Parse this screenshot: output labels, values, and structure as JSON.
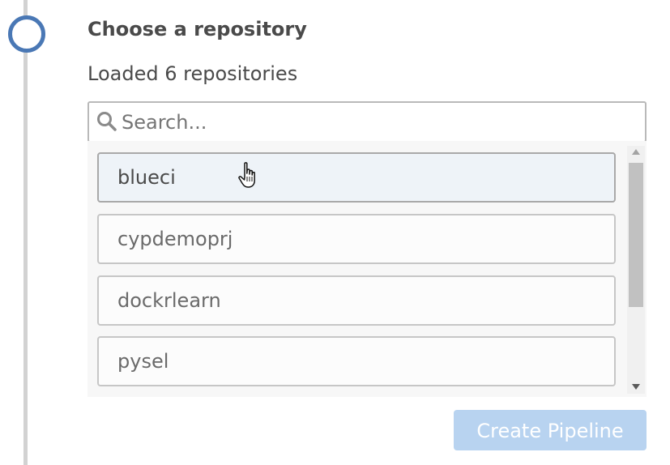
{
  "step": {
    "title": "Choose a repository",
    "status_text": "Loaded 6 repositories",
    "status": "active"
  },
  "search": {
    "value": "",
    "placeholder": "Search..."
  },
  "repositories": [
    {
      "name": "blueci",
      "selected": true
    },
    {
      "name": "cypdemoprj",
      "selected": false
    },
    {
      "name": "dockrlearn",
      "selected": false
    },
    {
      "name": "pysel",
      "selected": false
    }
  ],
  "actions": {
    "create_label": "Create Pipeline",
    "create_enabled": false
  },
  "colors": {
    "accent": "#4a78b5",
    "button_disabled": "#b8d3f0",
    "selected_bg": "#eef3f8",
    "timeline": "#d2d2d2"
  },
  "icons": [
    "search-icon",
    "hand-pointer-cursor-icon"
  ]
}
